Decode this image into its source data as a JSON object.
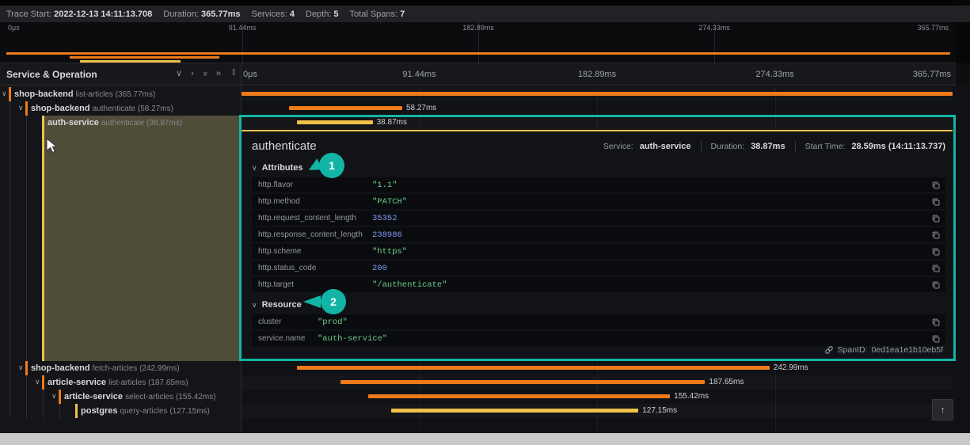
{
  "trace_header": {
    "items": [
      {
        "label": "Trace Start:",
        "value": "2022-12-13 14:11:13.708"
      },
      {
        "label": "Duration:",
        "value": "365.77ms"
      },
      {
        "label": "Services:",
        "value": "4"
      },
      {
        "label": "Depth:",
        "value": "5"
      },
      {
        "label": "Total Spans:",
        "value": "7"
      }
    ]
  },
  "colors": {
    "orange": "#ee7a1a",
    "yellow": "#f0c24b",
    "annotation": "#12b5a5",
    "string_value": "#6ccf8e",
    "number_value": "#7e9cf7"
  },
  "icons": {
    "chevron_down": "∨",
    "chevron_right": "›",
    "double_chevron_right": "»",
    "resizer": "‖",
    "scroll_top": "↑"
  },
  "minimap": {
    "ticks": [
      "0μs",
      "91.44ms",
      "182.89ms",
      "274.33ms",
      "365.77ms"
    ]
  },
  "timeline": {
    "ticks": [
      "0μs",
      "91.44ms",
      "182.89ms",
      "274.33ms",
      "365.77ms"
    ],
    "total_ms": 365.77
  },
  "tree": {
    "header": "Service & Operation"
  },
  "spans": [
    {
      "service": "shop-backend",
      "operation": "list-articles",
      "duration_label": "(365.77ms)",
      "start_ms": 0,
      "duration_ms": 365.77,
      "depth": 0,
      "color": "orange",
      "has_children": true,
      "bar_label": ""
    },
    {
      "service": "shop-backend",
      "operation": "authenticate",
      "duration_label": "(58.27ms)",
      "start_ms": 24.4,
      "duration_ms": 58.27,
      "depth": 1,
      "color": "orange",
      "has_children": true,
      "bar_label": "58.27ms"
    },
    {
      "service": "auth-service",
      "operation": "authenticate",
      "duration_label": "(38.87ms)",
      "start_ms": 28.59,
      "duration_ms": 38.87,
      "depth": 2,
      "color": "yellow",
      "has_children": false,
      "bar_label": "38.87ms",
      "selected": true
    },
    {
      "service": "shop-backend",
      "operation": "fetch-articles",
      "duration_label": "(242.99ms)",
      "start_ms": 28.6,
      "duration_ms": 242.99,
      "depth": 1,
      "color": "orange",
      "has_children": true,
      "bar_label": "242.99ms"
    },
    {
      "service": "article-service",
      "operation": "list-articles",
      "duration_label": "(187.65ms)",
      "start_ms": 50.8,
      "duration_ms": 187.65,
      "depth": 2,
      "color": "orange",
      "has_children": true,
      "bar_label": "187.65ms"
    },
    {
      "service": "article-service",
      "operation": "select-articles",
      "duration_label": "(155.42ms)",
      "start_ms": 65.0,
      "duration_ms": 155.42,
      "depth": 3,
      "color": "orange",
      "has_children": true,
      "bar_label": "155.42ms"
    },
    {
      "service": "postgres",
      "operation": "query-articles",
      "duration_label": "(127.15ms)",
      "start_ms": 77.0,
      "duration_ms": 127.15,
      "depth": 4,
      "color": "yellow",
      "has_children": false,
      "bar_label": "127.15ms"
    }
  ],
  "detail": {
    "title": "authenticate",
    "meta": [
      {
        "label": "Service:",
        "value": "auth-service"
      },
      {
        "label": "Duration:",
        "value": "38.87ms"
      },
      {
        "label": "Start Time:",
        "value": "28.59ms (14:11:13.737)"
      }
    ],
    "sections": [
      {
        "title": "Attributes",
        "rows": [
          {
            "key": "http.flavor",
            "value": "\"1.1\"",
            "type": "string"
          },
          {
            "key": "http.method",
            "value": "\"PATCH\"",
            "type": "string"
          },
          {
            "key": "http.request_content_length",
            "value": "35352",
            "type": "number"
          },
          {
            "key": "http.response_content_length",
            "value": "238986",
            "type": "number"
          },
          {
            "key": "http.scheme",
            "value": "\"https\"",
            "type": "string"
          },
          {
            "key": "http.status_code",
            "value": "200",
            "type": "number"
          },
          {
            "key": "http.target",
            "value": "\"/authenticate\"",
            "type": "string"
          }
        ]
      },
      {
        "title": "Resource",
        "rows": [
          {
            "key": "cluster",
            "value": "\"prod\"",
            "type": "string"
          },
          {
            "key": "service.name",
            "value": "\"auth-service\"",
            "type": "string"
          }
        ]
      }
    ],
    "span_id_label": "SpanID:",
    "span_id": "0ed1ea1e1b10eb5f"
  },
  "annotations": [
    {
      "number": "1"
    },
    {
      "number": "2"
    }
  ]
}
